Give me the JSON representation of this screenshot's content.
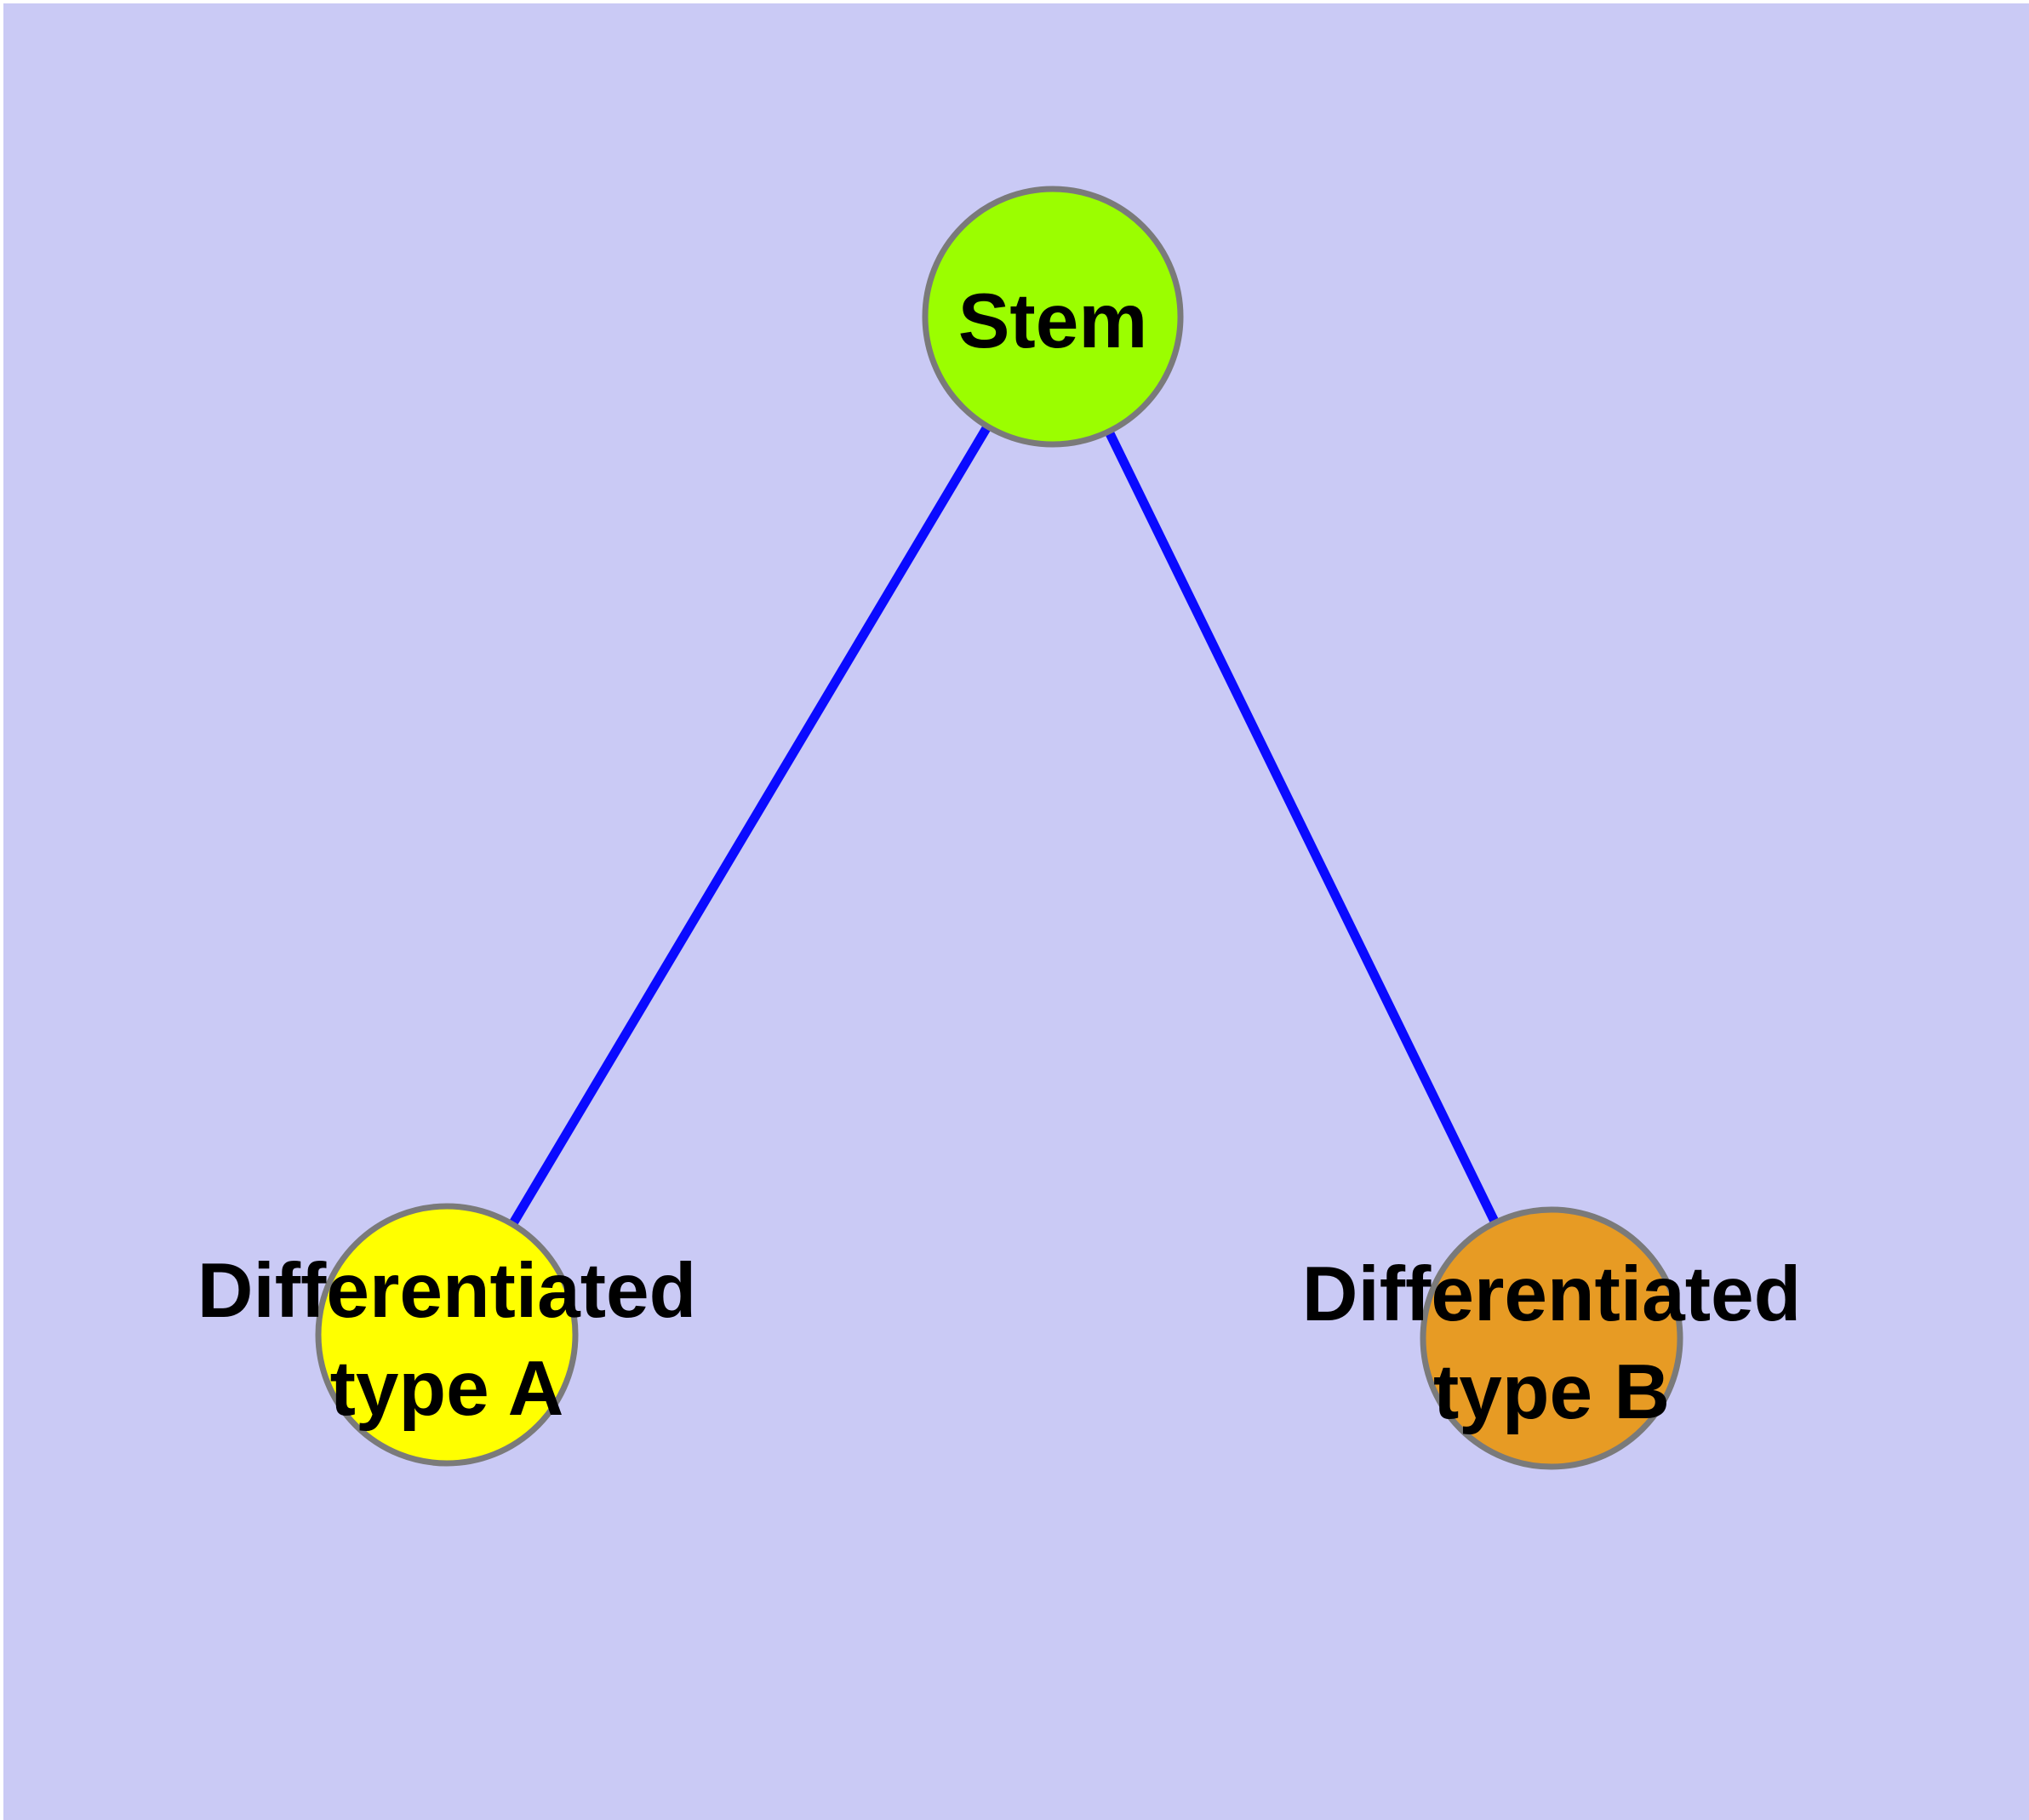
{
  "diagram": {
    "background_color": "#cacaf5",
    "edge_color": "#0a0aff",
    "node_border_color": "#7a7a7a",
    "label_color": "#000000",
    "nodes": [
      {
        "id": "stem",
        "label": "Stem",
        "label_lines": [
          "Stem"
        ],
        "fill": "#9bfe00",
        "shape": "circle"
      },
      {
        "id": "differentiated-type-a",
        "label": "Differentiated type A",
        "label_lines": [
          "Differentiated",
          "type A"
        ],
        "fill": "#ffff00",
        "shape": "circle"
      },
      {
        "id": "differentiated-type-b",
        "label": "Differentiated type B",
        "label_lines": [
          "Differentiated",
          "type B"
        ],
        "fill": "#e79b24",
        "shape": "circle"
      }
    ],
    "edges": [
      {
        "from": "stem",
        "to": "differentiated-type-a"
      },
      {
        "from": "stem",
        "to": "differentiated-type-b"
      }
    ]
  }
}
